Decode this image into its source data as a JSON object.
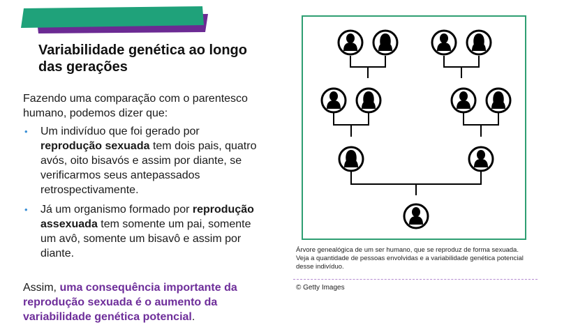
{
  "slide": {
    "title": "Variabilidade genética ao longo das gerações",
    "intro": "Fazendo uma comparação com o parentesco humano, podemos dizer que:",
    "bullets": [
      {
        "pre": "Um indivíduo que foi gerado por ",
        "bold": "reprodução sexuada",
        "post": " tem dois pais, quatro avós, oito bisavós e assim por diante, se verificarmos seus antepassados retrospectivamente."
      },
      {
        "pre": "Já um organismo formado por ",
        "bold": "reprodução assexuada",
        "post": " tem somente um pai, somente um avô, somente um bisavô e assim por diante."
      }
    ],
    "conclusion": {
      "pre": "Assim, ",
      "highlight": "uma consequência importante da reprodução sexuada é o aumento da variabilidade genética potencial",
      "post": "."
    }
  },
  "figure": {
    "caption": "Árvore genealógica de um ser humano, que se reproduz de forma sexuada. Veja a quantidade de pessoas envolvidas e a variabilidade genética potencial desse indivíduo.",
    "credit": "© Getty Images",
    "icon": "person-icon"
  },
  "colors": {
    "banner_green": "#1fa27a",
    "banner_purple": "#6b2a93",
    "frame_green": "#2e9e72",
    "highlight_purple": "#6e2e9a",
    "bullet_blue": "#3a8fd6"
  }
}
